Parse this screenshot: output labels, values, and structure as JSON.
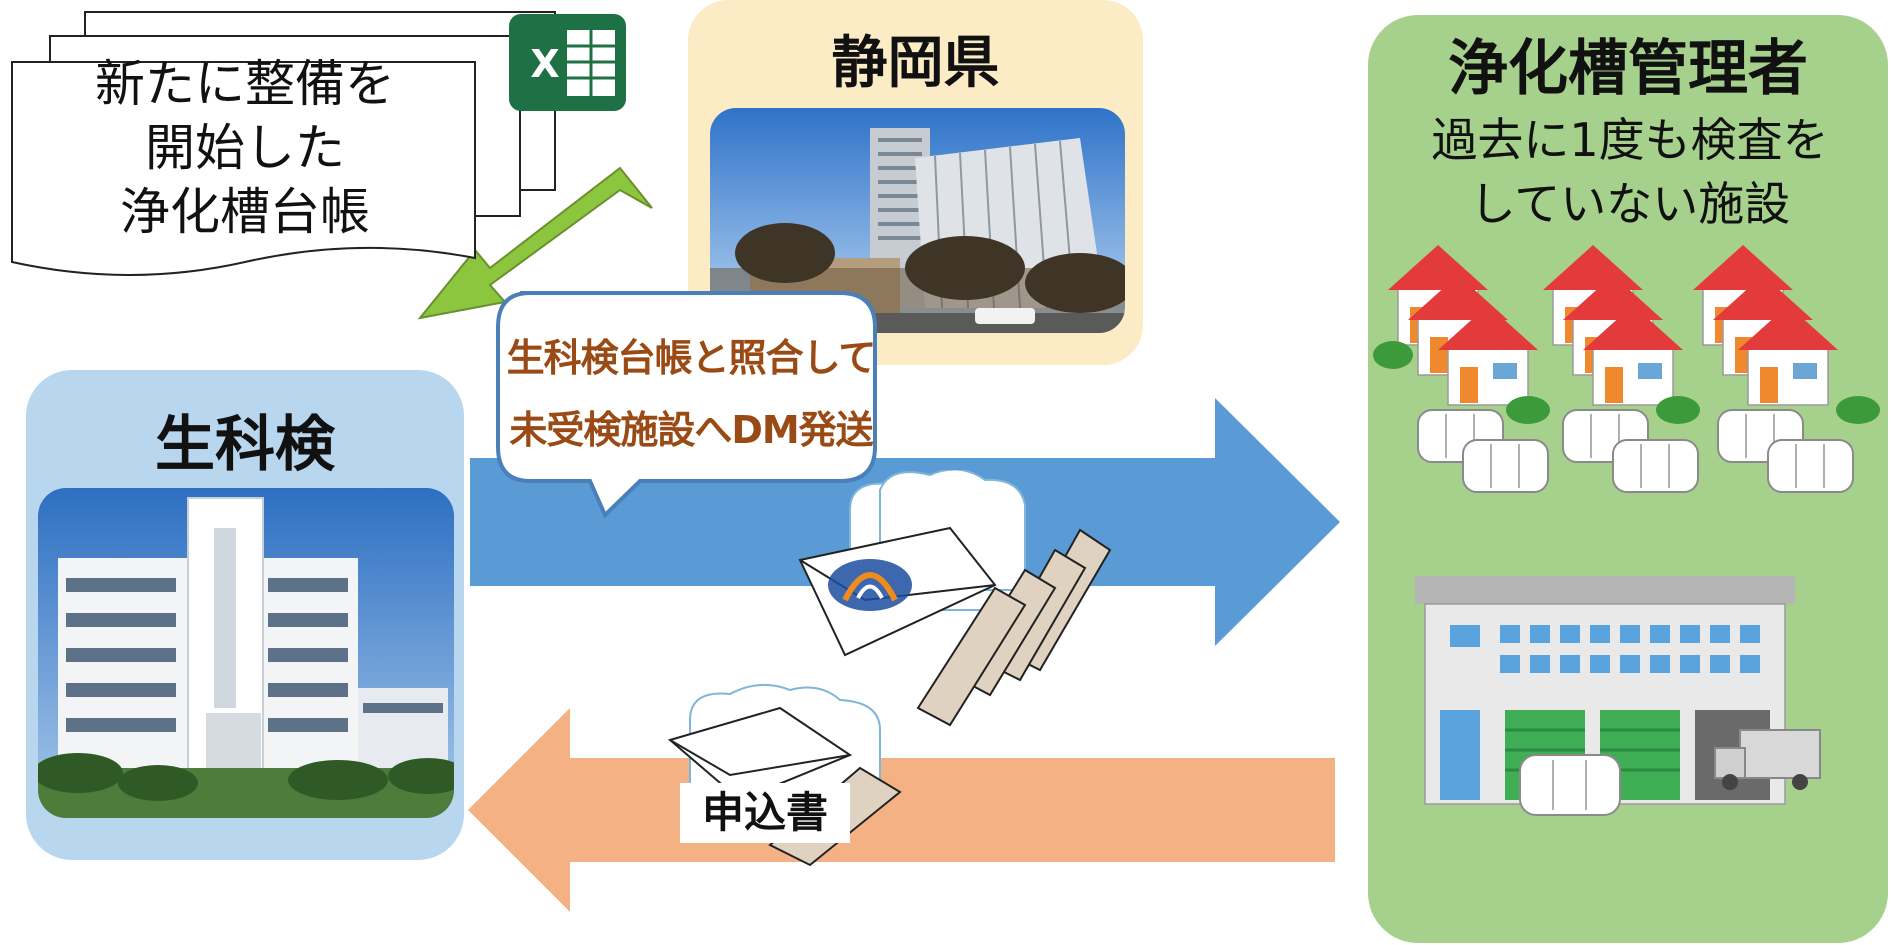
{
  "document": {
    "text_lines": [
      "新たに整備を",
      "開始した",
      "浄化槽台帳"
    ],
    "file_icon": "excel-icon",
    "file_icon_letter": "X"
  },
  "prefecture": {
    "title": "静岡県",
    "photo": "prefectural-office-building-photo"
  },
  "lab": {
    "title": "生科検",
    "photo": "lab-building-photo"
  },
  "callout": {
    "lines": [
      "生科検台帳と照合して",
      "未受検施設へDM発送"
    ]
  },
  "manager": {
    "title": "浄化槽管理者",
    "subtitle_lines": [
      "過去に1度も検査を",
      "していない施設"
    ]
  },
  "return_flow": {
    "label": "申込書"
  },
  "colors": {
    "green_arrow": "#8cc63f",
    "blue_arrow": "#5b9bd5",
    "orange_arrow": "#f4b183",
    "pref_bg": "#fcecc6",
    "lab_bg": "#b8d6ee",
    "manager_bg": "#a6d18c",
    "callout_text": "#9a4a14",
    "excel_green": "#1e7145"
  }
}
